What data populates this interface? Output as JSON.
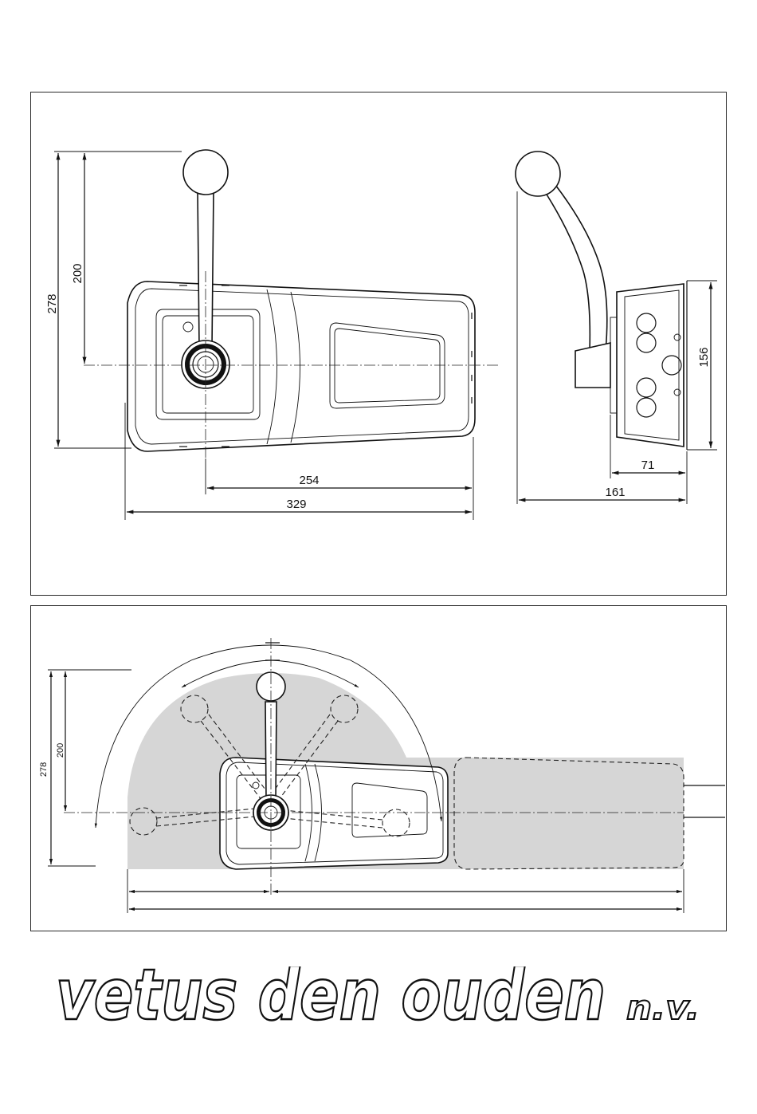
{
  "top_view": {
    "dim_height_total": "278",
    "dim_height_lever": "200",
    "dim_length_mount": "254",
    "dim_length_total": "329"
  },
  "side_view": {
    "dim_height": "156",
    "dim_depth_box": "71",
    "dim_depth_total": "161"
  },
  "swing_view": {
    "dim_height_total": "278",
    "dim_height_lever": "200"
  },
  "brand": {
    "name": "vetus den ouden",
    "suffix": "n.v."
  },
  "colors": {
    "line": "#111111",
    "shade": "#d6d6d6",
    "background": "#ffffff"
  }
}
